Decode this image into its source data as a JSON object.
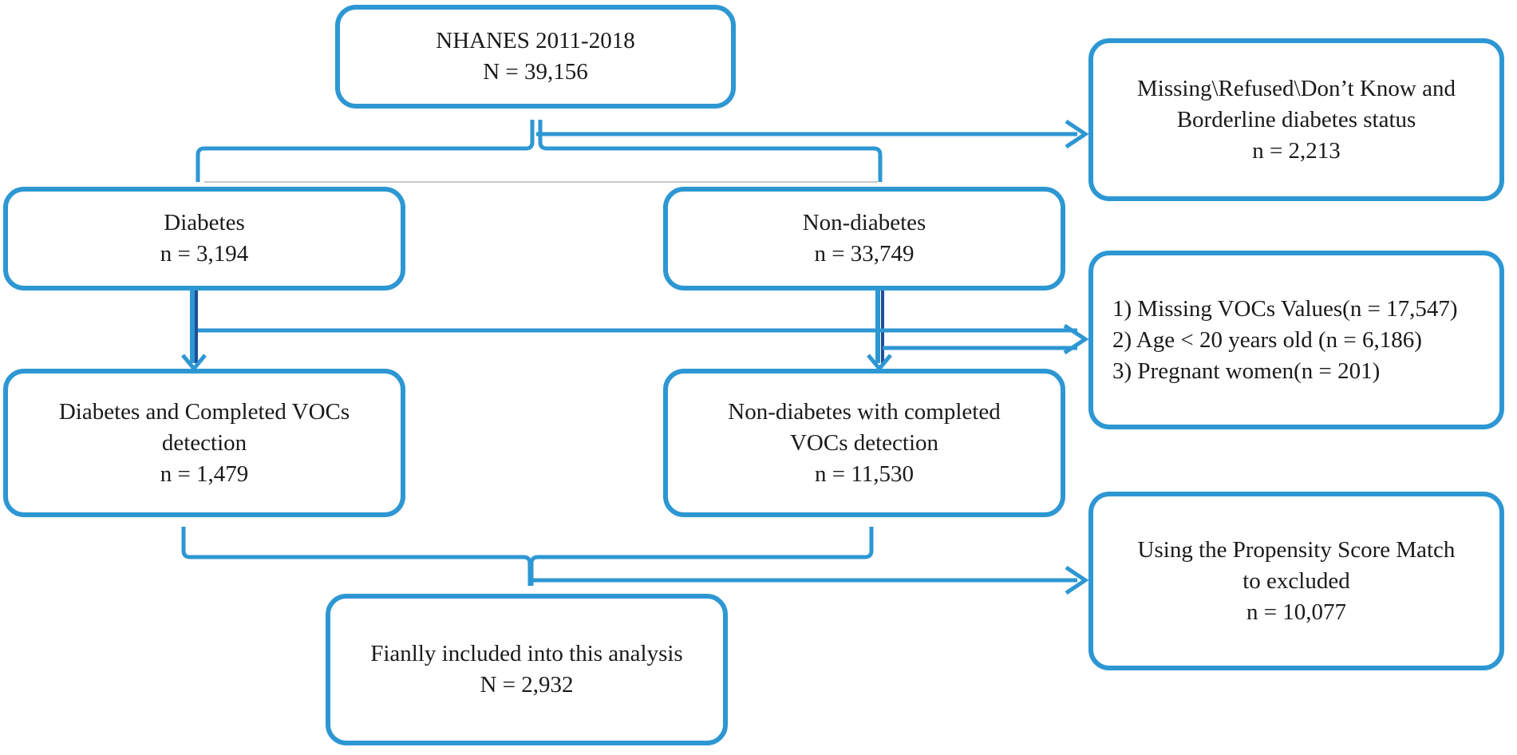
{
  "boxes": {
    "total": {
      "lines": [
        "NHANES 2011-2018",
        "N = 39,156"
      ]
    },
    "excluded_status": {
      "lines": [
        "Missing\\Refused\\Don’t Know and",
        "Borderline diabetes status",
        "n = 2,213"
      ]
    },
    "diabetes": {
      "lines": [
        "Diabetes",
        "n = 3,194"
      ]
    },
    "non_diabetes": {
      "lines": [
        "Non-diabetes",
        "n = 33,749"
      ]
    },
    "excluded_criteria": {
      "lines": [
        "1) Missing VOCs Values(n = 17,547)",
        "2) Age < 20 years old (n = 6,186)",
        "3) Pregnant women(n = 201)"
      ]
    },
    "diabetes_vocs": {
      "lines": [
        "Diabetes and Completed VOCs",
        "detection",
        "n = 1,479"
      ]
    },
    "non_diabetes_vocs": {
      "lines": [
        "Non-diabetes with completed",
        "VOCs detection",
        "n = 11,530"
      ]
    },
    "excluded_psm": {
      "lines": [
        "Using the Propensity Score Match",
        "to excluded",
        "n = 10,077"
      ]
    },
    "final": {
      "lines": [
        "Fianlly included into this analysis",
        "N = 2,932"
      ]
    }
  },
  "colors": {
    "box_border": "#2d97d3",
    "arrow": "#2d97d3",
    "arrow_dark": "#1f4e9a",
    "text": "#1a1a1a",
    "background": "#ffffff"
  }
}
